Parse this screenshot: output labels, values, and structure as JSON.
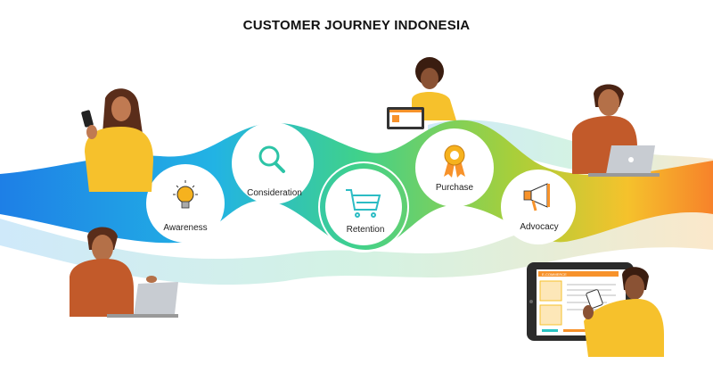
{
  "title": "CUSTOMER JOURNEY INDONESIA",
  "stages": [
    {
      "label": "Awareness",
      "icon": "lightbulb-icon"
    },
    {
      "label": "Consideration",
      "icon": "magnifier-icon"
    },
    {
      "label": "Retention",
      "icon": "shopping-cart-icon"
    },
    {
      "label": "Purchase",
      "icon": "award-ribbon-icon"
    },
    {
      "label": "Advocacy",
      "icon": "megaphone-icon"
    }
  ],
  "tablet_header": "E-COMMERCE",
  "colors": {
    "blue": "#1e88e5",
    "cyan": "#29c5d6",
    "green": "#4cd07a",
    "lime": "#a8cf3a",
    "orange": "#f7922a",
    "yellow": "#f6c12c"
  }
}
